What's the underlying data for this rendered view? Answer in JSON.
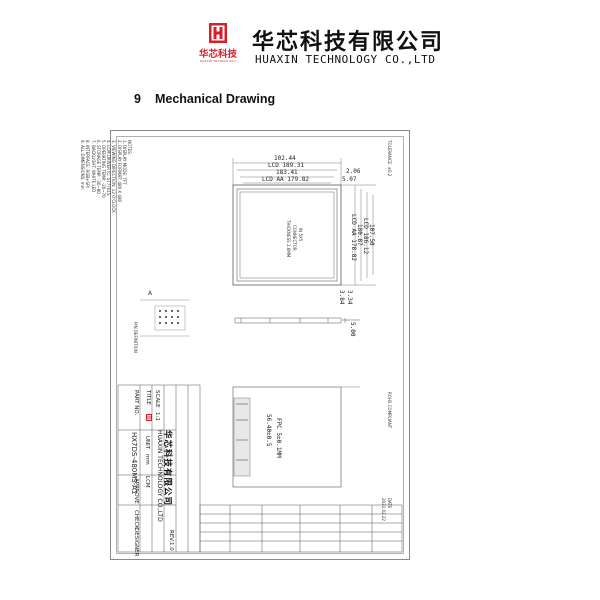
{
  "header": {
    "logo_cn": "华芯科技",
    "logo_en": "HUAXIN TECHNOLOGY",
    "company_cn": "华芯科技有限公司",
    "company_en": "HUAXIN TECHNOLOGY CO.,LTD"
  },
  "section": {
    "number": "9",
    "title": "Mechanical Drawing"
  },
  "drawing": {
    "notes_title": "NOTES:",
    "notes": [
      "1. DISPLAY MODE: TFT",
      "2. DISPLAY FORMAT: 480 X 480",
      "3. VIEWING DIRECTION: 12 O'CLOCK",
      "4. LCM DRIVER IC: ST7701S",
      "5. OPERATING TEMP: -20~70",
      "6. STORAGE TEMP: -30~80",
      "7. BACKLIGHT: WHITE LED",
      "8. INTERFACE: RGB+SPI",
      "9. ALL DIMENSIONS: mm"
    ],
    "dims_top": [
      "102.44",
      "LCD 189.31",
      "183.41",
      "LCD AA 179.82"
    ],
    "dim_right_top": "2.06",
    "dim_right_top2": "5.07",
    "dims_vertical": [
      "107.50",
      "LCD 186.12",
      "180.87",
      "LCD AA 178.82"
    ],
    "dims_bottom_right": [
      "3.34",
      "3.84"
    ],
    "dim_side": "5.00",
    "rear_label": "FPC 5±0.1MM",
    "rear_dim": "56.40±0.5",
    "right_note": "TOLERANCE: ±0.2",
    "center_label_1": "IN 5X5",
    "center_label_2": "CONNECTOR",
    "center_label_3": "THICKNESS 1.6MM",
    "pin_label": "A",
    "pin_note": "PIN DEFINITION",
    "revision_note": "ROHS COMPLIANT",
    "date_label": "DATE",
    "date_value": "2022.02.22"
  },
  "titleblock": {
    "company_cn": "华芯科技有限公司",
    "company_en": "HUAXIN TECHNOLOGY CO.,LTD",
    "title_label": "TITLE",
    "part_label": "PART NO.",
    "part_no": "HX7DS-480MS-A1",
    "scale_label": "SCALE",
    "scale_value": "1:1",
    "unit_label": "UNIT",
    "unit_value": "mm",
    "rev_label": "REV.",
    "rev_value": "1.0",
    "approve_label": "APPROVE",
    "check_label": "CHECK",
    "design_label": "DESIGNER",
    "lcm_label": "LCM"
  }
}
